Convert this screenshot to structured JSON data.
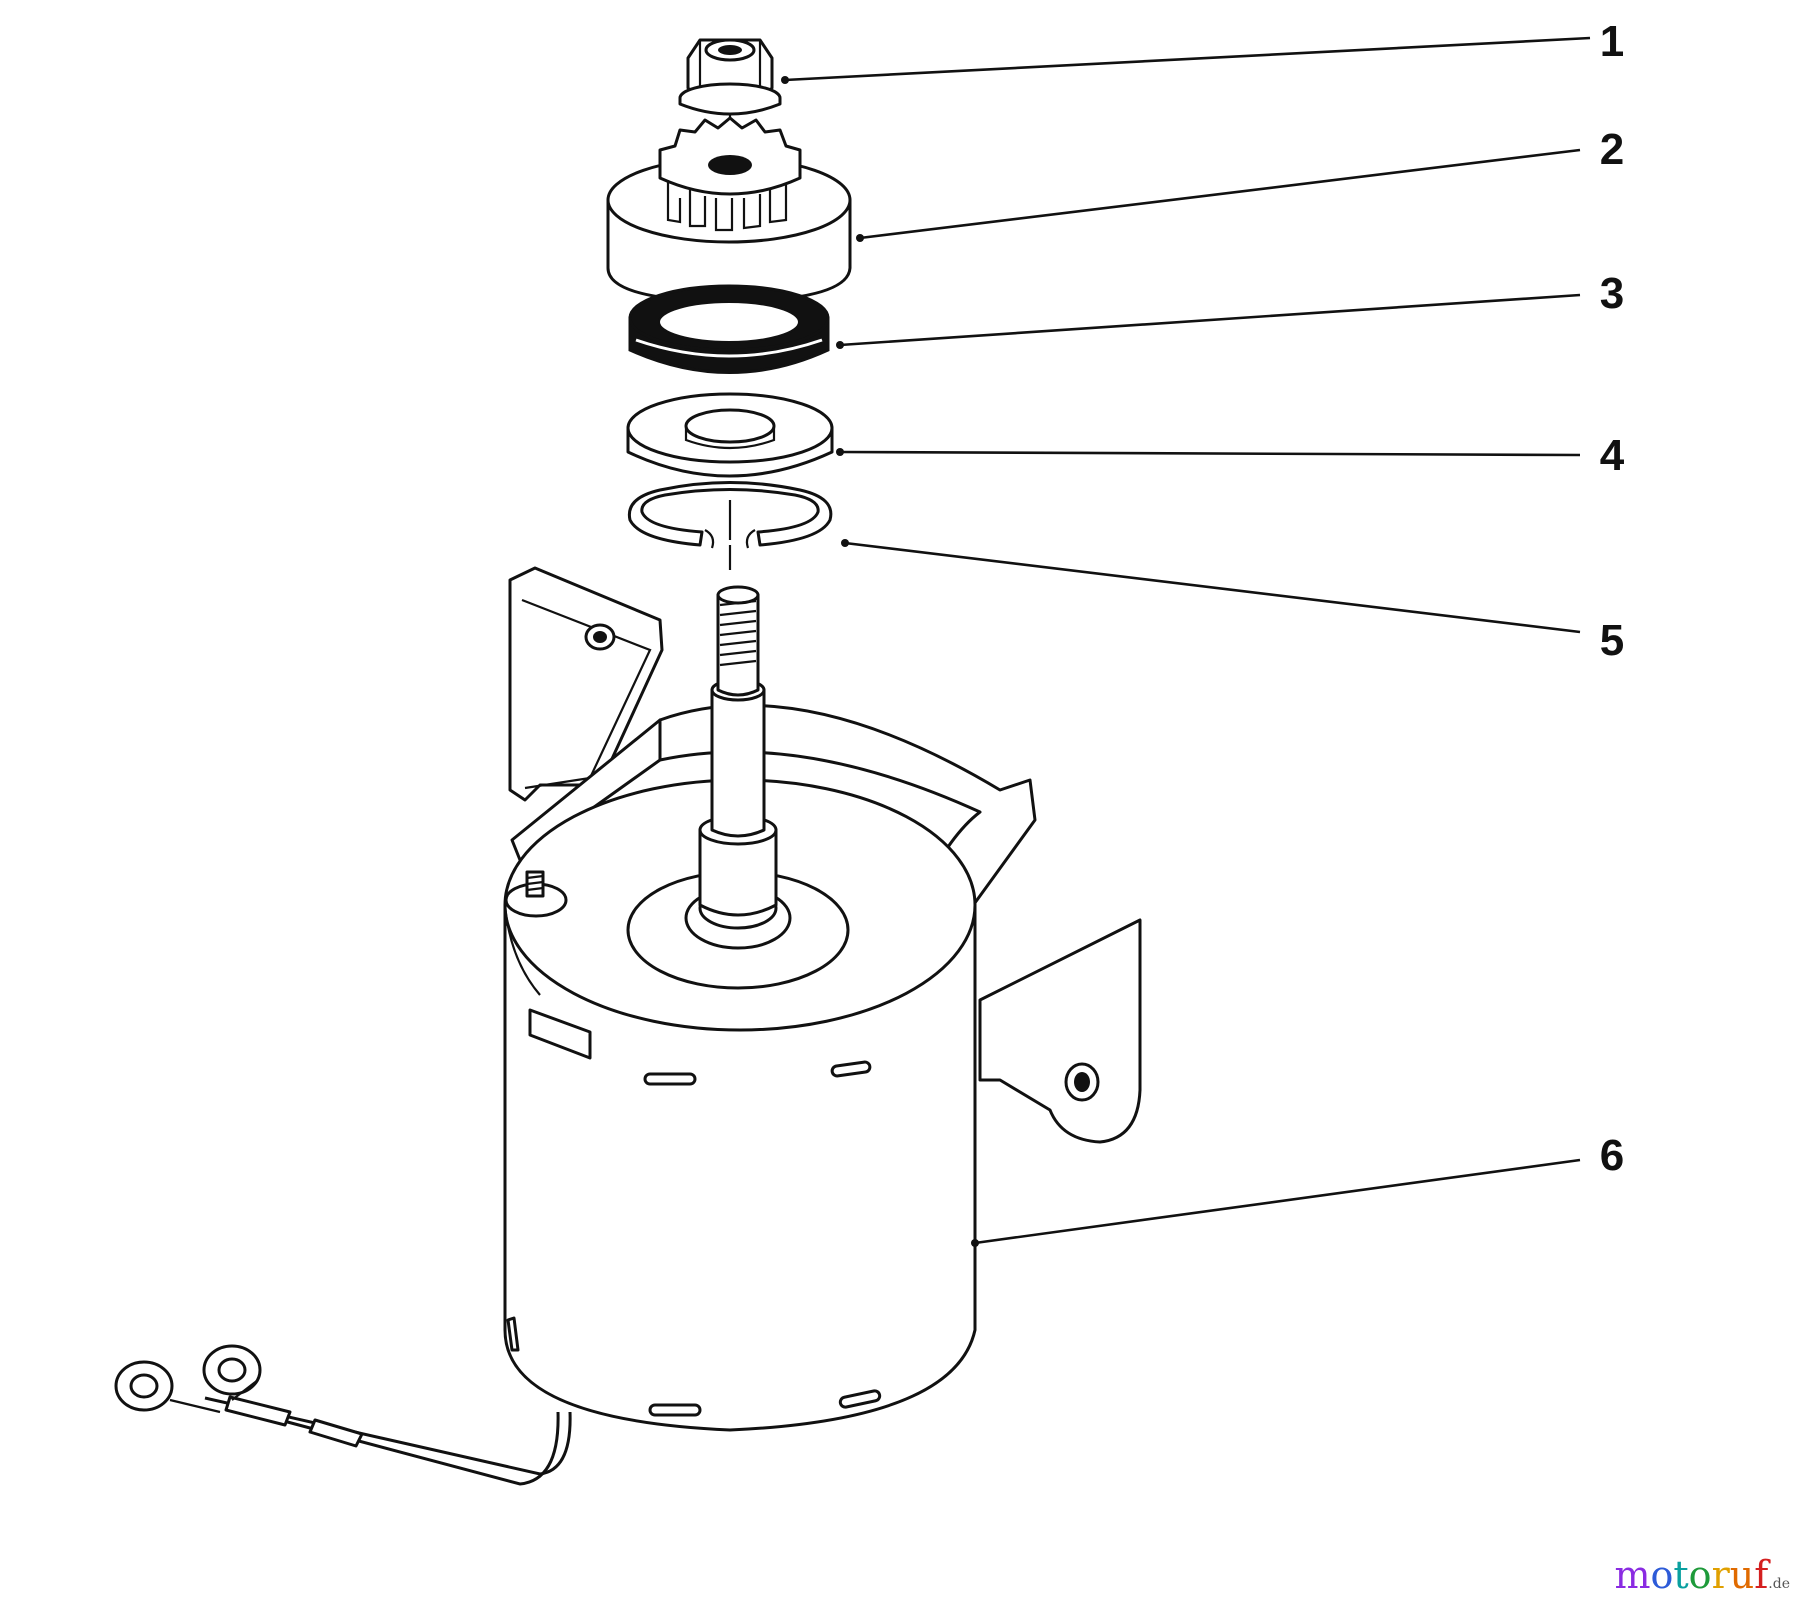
{
  "diagram": {
    "callouts": [
      {
        "id": "1",
        "label": "1"
      },
      {
        "id": "2",
        "label": "2"
      },
      {
        "id": "3",
        "label": "3"
      },
      {
        "id": "4",
        "label": "4"
      },
      {
        "id": "5",
        "label": "5"
      },
      {
        "id": "6",
        "label": "6"
      }
    ]
  },
  "watermark": {
    "letters": [
      "m",
      "o",
      "t",
      "o",
      "r",
      "u",
      "f"
    ],
    "letter_colors": [
      "#8a2be2",
      "#2d5bd8",
      "#0aa0a0",
      "#1e9a3a",
      "#e0a000",
      "#e06a00",
      "#d42020"
    ],
    "suffix": ".de"
  }
}
